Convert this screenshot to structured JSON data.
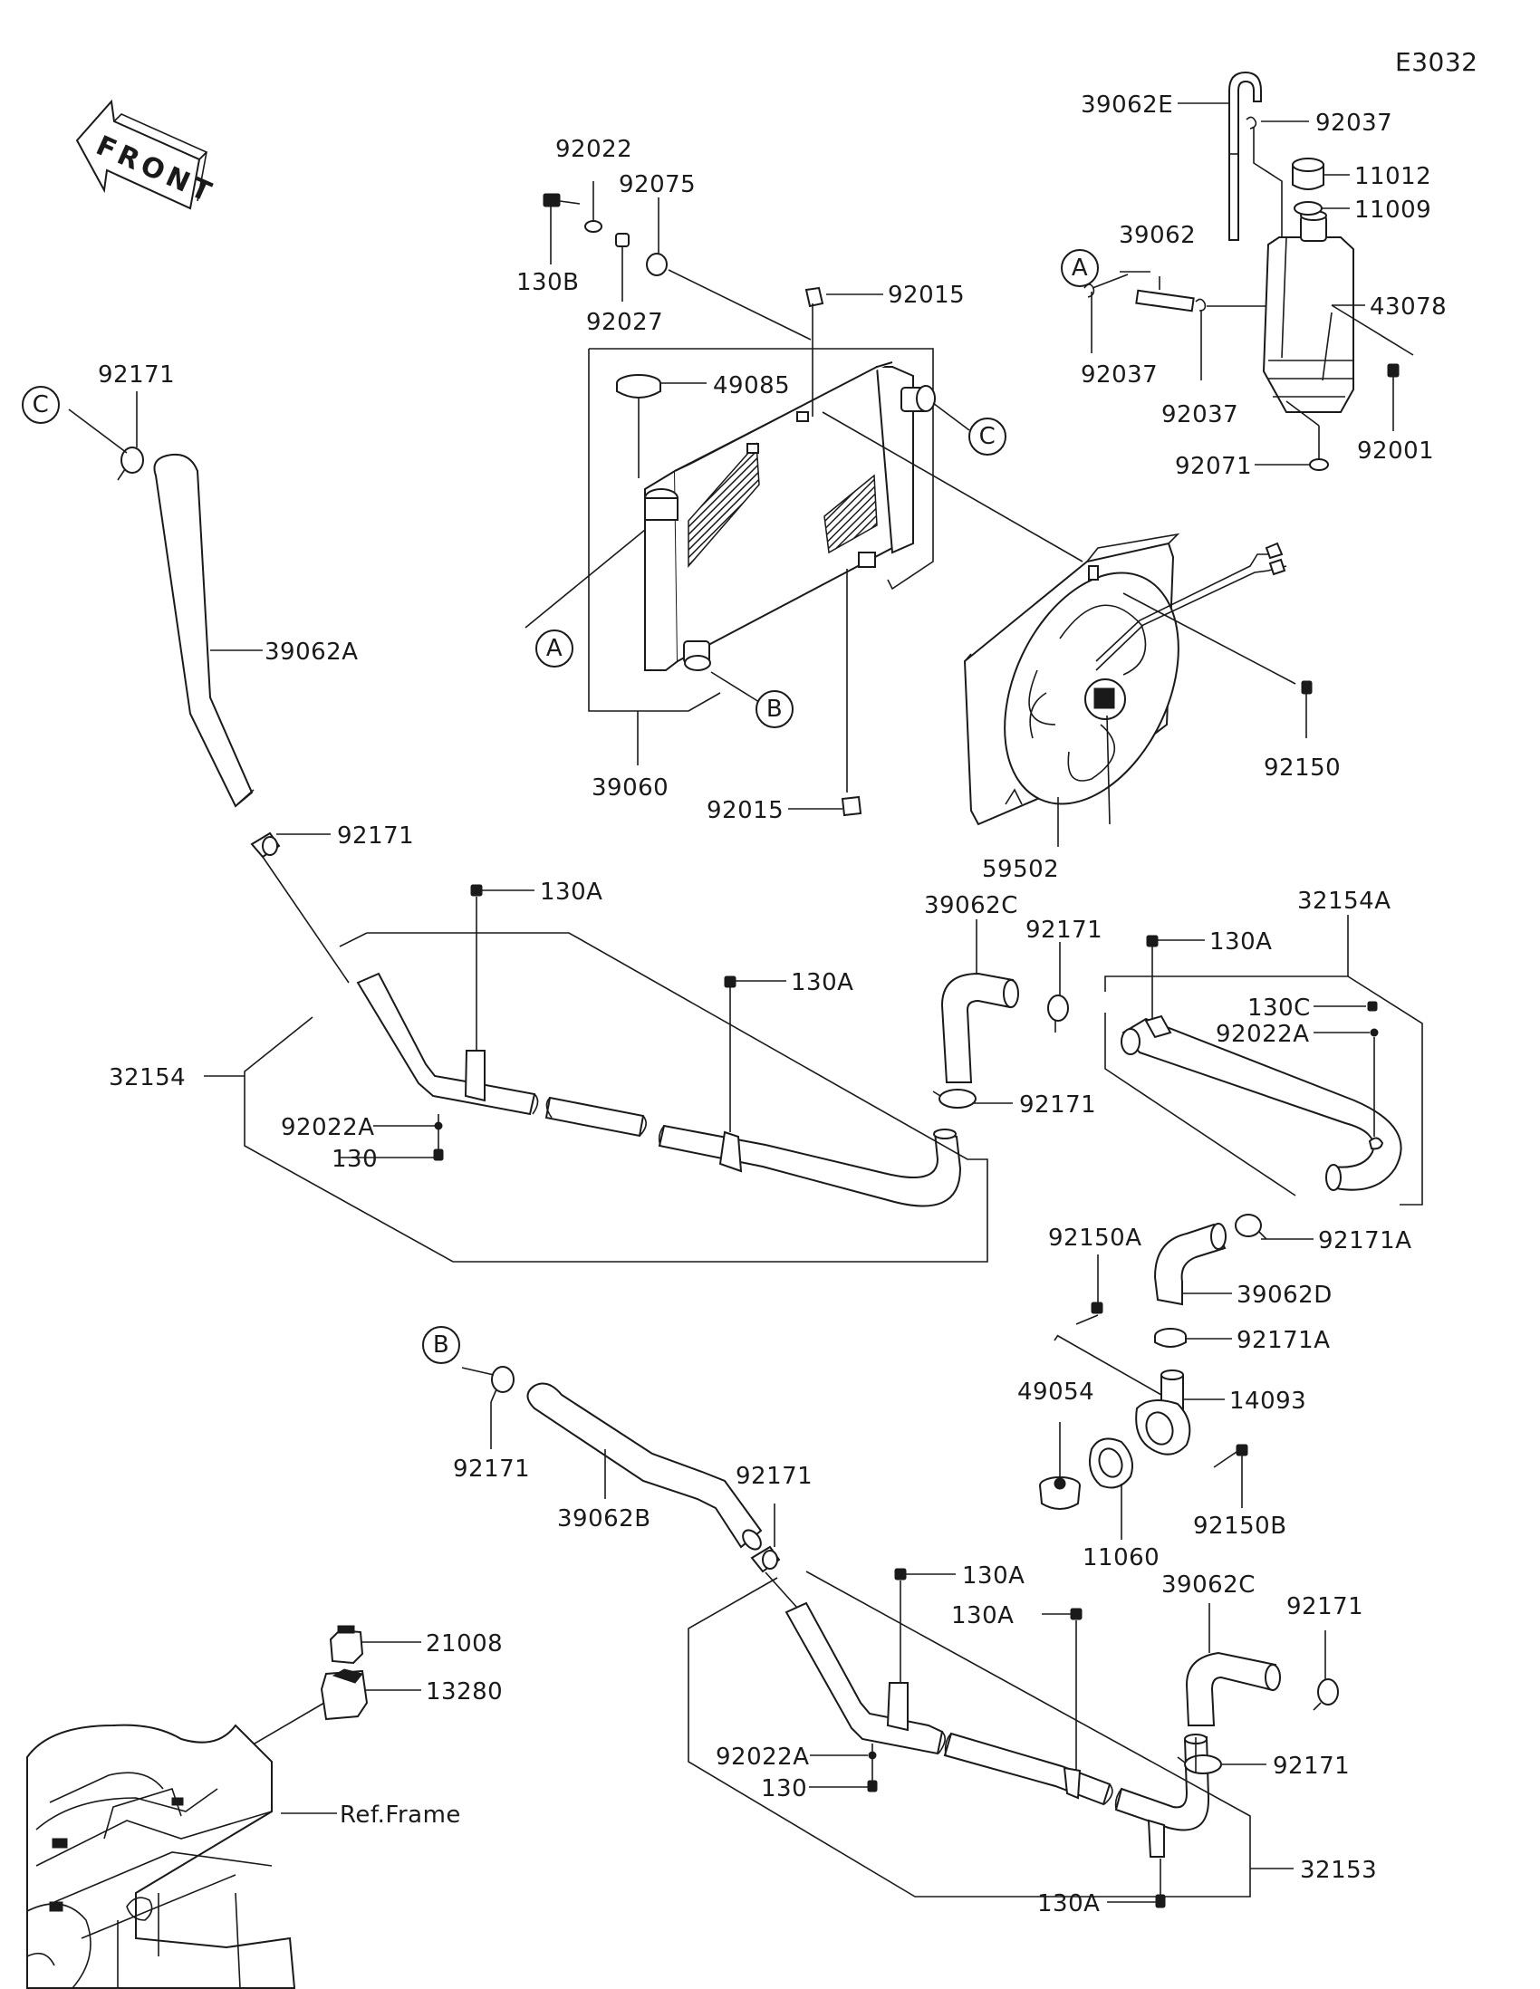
{
  "diagram_code": "E3032",
  "front_label": "FRONT",
  "callouts": {
    "a": "A",
    "b": "B",
    "c": "C"
  },
  "parts": {
    "p39062E": "39062E",
    "p92037_top": "92037",
    "p11012": "11012",
    "p11009": "11009",
    "p39062": "39062",
    "p43078": "43078",
    "p92037_left": "92037",
    "p92037_mid": "92037",
    "p92071": "92071",
    "p92001": "92001",
    "p92022": "92022",
    "p92075": "92075",
    "p130B": "130B",
    "p92027": "92027",
    "p92015_top": "92015",
    "p49085": "49085",
    "p39060": "39060",
    "p92015_bot": "92015",
    "p92150": "92150",
    "p59502": "59502",
    "p92171_c": "92171",
    "p39062A": "39062A",
    "p92171_a": "92171",
    "p130A_1": "130A",
    "p130A_2": "130A",
    "p32154": "32154",
    "p92022A_1": "92022A",
    "p130_1": "130",
    "p39062C_top": "39062C",
    "p92171_top": "92171",
    "p130A_3": "130A",
    "p32154A": "32154A",
    "p130C": "130C",
    "p92022A_2": "92022A",
    "p92171_mid": "92171",
    "p92171A_1": "92171A",
    "p92150A": "92150A",
    "p39062D": "39062D",
    "p92171A_2": "92171A",
    "p14093": "14093",
    "p49054": "49054",
    "p11060": "11060",
    "p92150B": "92150B",
    "p92171_b": "92171",
    "p39062B": "39062B",
    "p92171_b2": "92171",
    "p130A_4": "130A",
    "p130A_5": "130A",
    "p39062C_bot": "39062C",
    "p92171_r": "92171",
    "p92171_r2": "92171",
    "p92022A_3": "92022A",
    "p130_2": "130",
    "p32153": "32153",
    "p130A_6": "130A",
    "p21008": "21008",
    "p13280": "13280",
    "ref_frame": "Ref.Frame"
  }
}
